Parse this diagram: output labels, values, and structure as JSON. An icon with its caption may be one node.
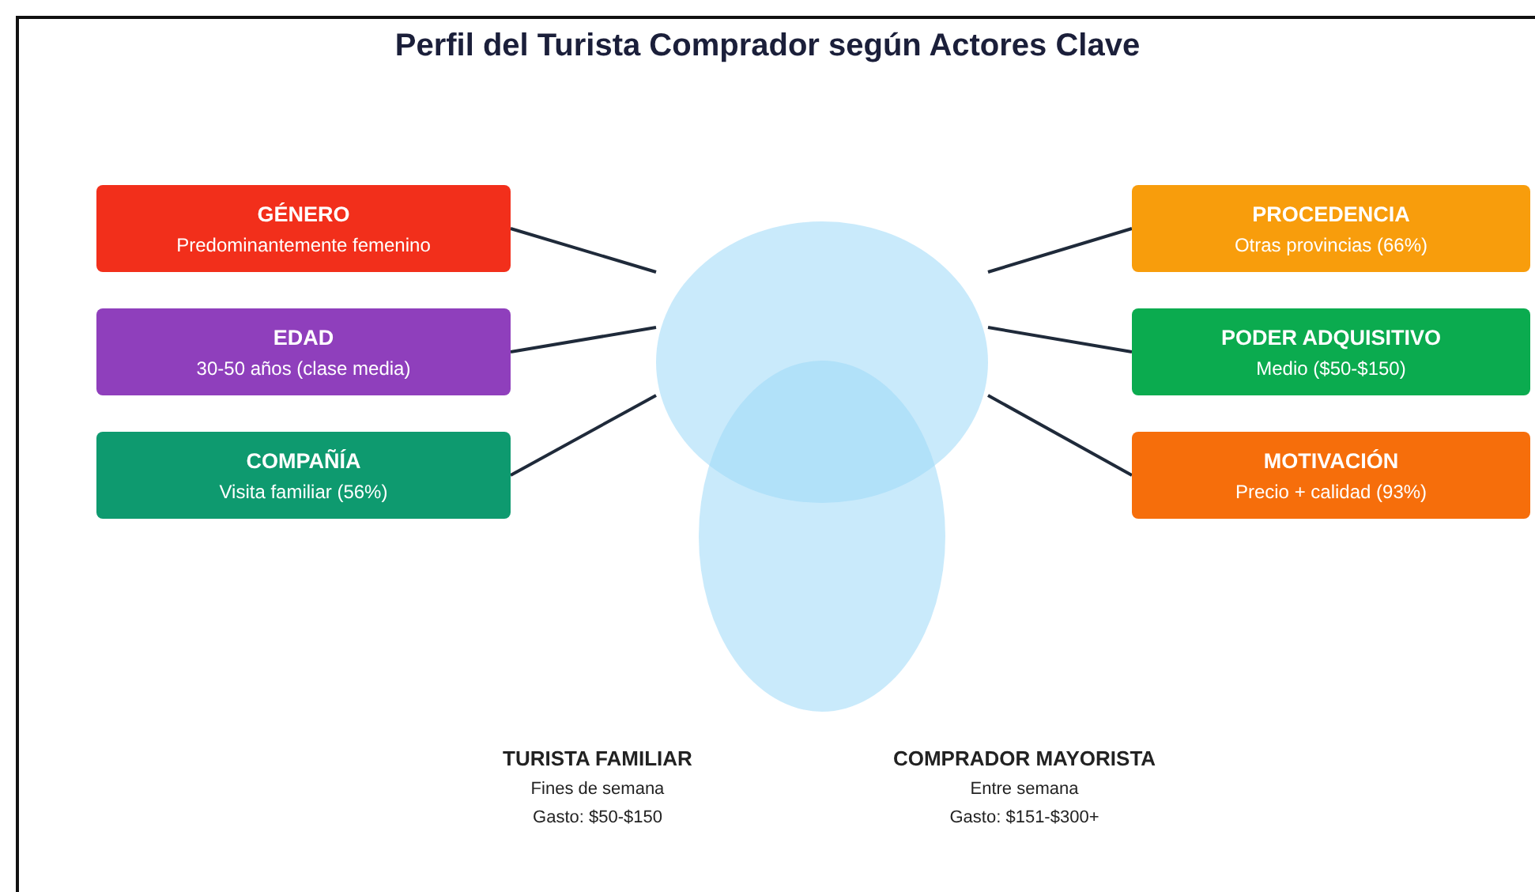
{
  "diagram": {
    "title": "Perfil del Turista Comprador según Actores Clave",
    "nodes": [
      {
        "text": [
          "GÉNERO",
          "Predominantemente femenino"
        ]
      },
      {
        "text": [
          "EDAD",
          "30-50 años (clase media)"
        ]
      },
      {
        "text": [
          "COMPAÑÍA",
          "Visita familiar (56%)"
        ]
      },
      {
        "text": [
          "PROCEDENCIA",
          "Otras provincias (66%)"
        ]
      },
      {
        "text": [
          "PODER ADQUISITIVO",
          "Medio ($50-$150)"
        ]
      },
      {
        "text": [
          "MOTIVACIÓN",
          "Precio + calidad (93%)"
        ]
      },
      {
        "text": [],
        "shape": "circle"
      },
      {
        "text": [],
        "shape": "circle"
      }
    ],
    "edges": [
      {
        "from": 0,
        "to": 6,
        "arrow": "none"
      },
      {
        "from": 1,
        "to": 6,
        "arrow": "none"
      },
      {
        "from": 2,
        "to": 6,
        "arrow": "none"
      },
      {
        "from": 3,
        "to": 6,
        "arrow": "none"
      },
      {
        "from": 4,
        "to": 6,
        "arrow": "none"
      },
      {
        "from": 5,
        "to": 6,
        "arrow": "none"
      }
    ],
    "labels": [
      "TURISTA FAMILIAR",
      "Fines de semana",
      "Gasto: $50-$150",
      "COMPRADOR MAYORISTA",
      "Entre semana",
      "Gasto: $151-$300+"
    ]
  }
}
